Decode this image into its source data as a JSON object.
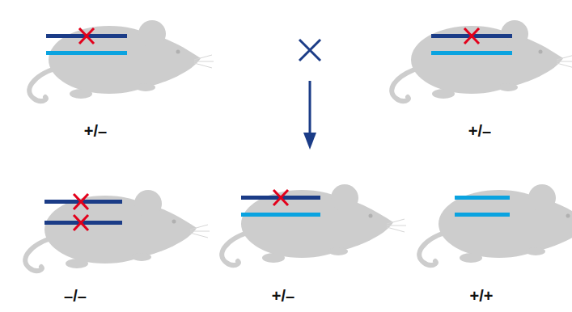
{
  "diagram": {
    "labels": [
      "+/–",
      "+/–",
      "–/–",
      "+/–",
      "+/+"
    ]
  }
}
